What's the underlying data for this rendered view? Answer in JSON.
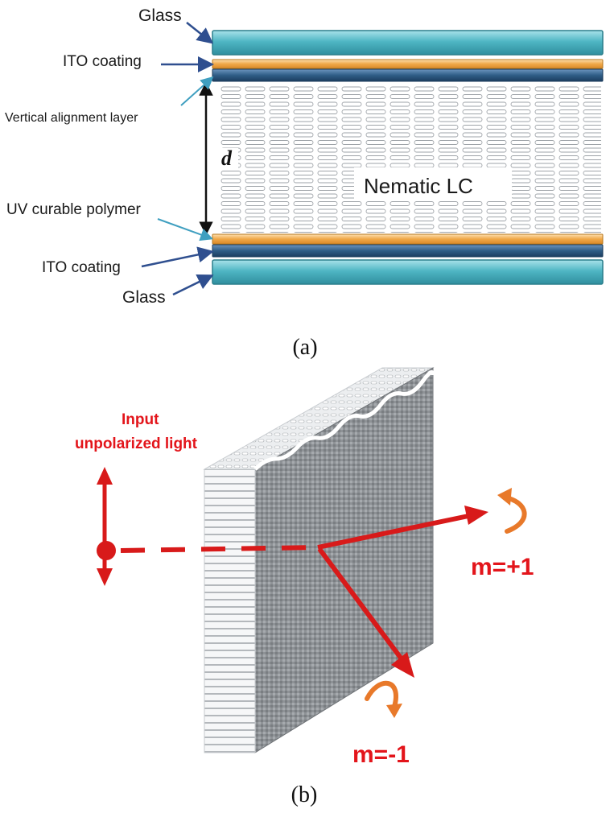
{
  "panel_a": {
    "labels": {
      "glass_top": "Glass",
      "ito_top": "ITO coating",
      "alignment": "Vertical alignment layer",
      "uv_polymer": "UV curable polymer",
      "ito_bottom": "ITO coating",
      "glass_bottom": "Glass"
    },
    "thickness_symbol": "d",
    "lc_label": "Nematic LC",
    "caption": "(a)",
    "colors": {
      "glass": "#4fb6c4",
      "ito": "#f0a848",
      "alignment": "#2f5d86"
    }
  },
  "panel_b": {
    "input_label_line1": "Input",
    "input_label_line2": "unpolarized light",
    "order_plus": "m=+1",
    "order_minus": "m=-1",
    "caption": "(b)",
    "colors": {
      "beam": "#d81a1a",
      "circular_arrow": "#e8792a"
    }
  }
}
